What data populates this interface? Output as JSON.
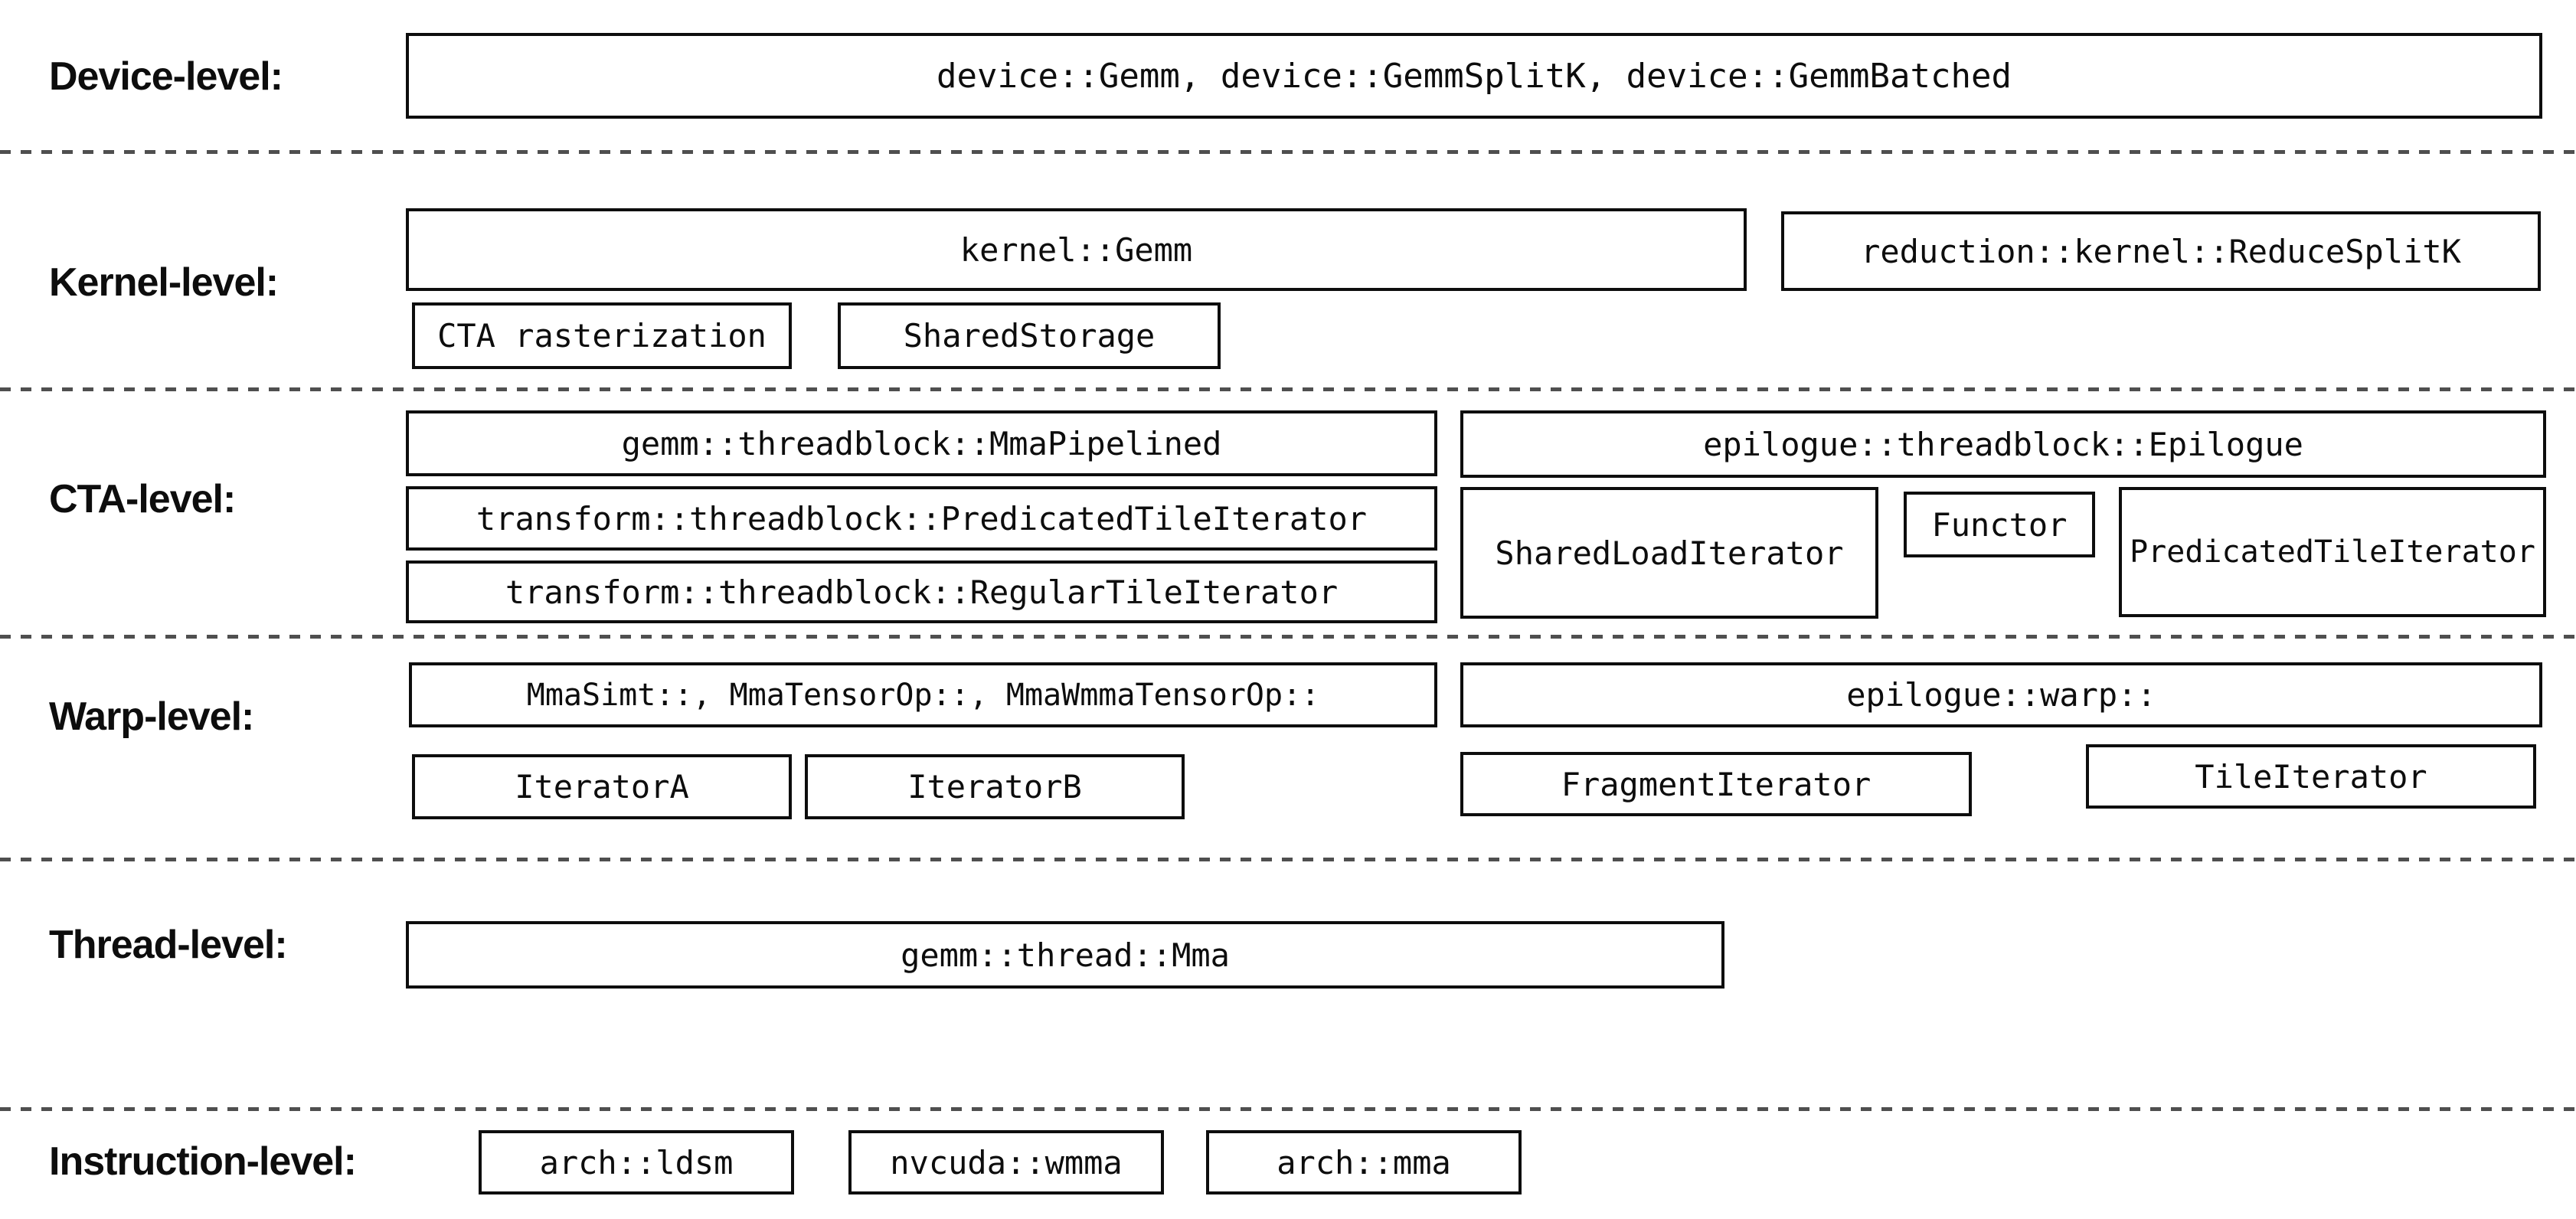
{
  "diagram": {
    "title_semantics": "CUTLASS GEMM component hierarchy levels",
    "colors": {
      "background": "#ffffff",
      "box_border": "#0d0d0d",
      "text": "#0d0d0d",
      "separator": "#4f4f4f"
    },
    "rows": [
      {
        "label": "Device-level:",
        "boxes": [
          {
            "text": "device::Gemm, device::GemmSplitK, device::GemmBatched"
          }
        ]
      },
      {
        "label": "Kernel-level:",
        "boxes": [
          {
            "text": "kernel::Gemm"
          },
          {
            "text": "reduction::kernel::ReduceSplitK"
          },
          {
            "text": "CTA rasterization"
          },
          {
            "text": "SharedStorage"
          }
        ]
      },
      {
        "label": "CTA-level:",
        "boxes": [
          {
            "text": "gemm::threadblock::MmaPipelined"
          },
          {
            "text": "transform::threadblock::PredicatedTileIterator"
          },
          {
            "text": "transform::threadblock::RegularTileIterator"
          },
          {
            "text": "epilogue::threadblock::Epilogue"
          },
          {
            "text": "SharedLoadIterator"
          },
          {
            "text": "Functor"
          },
          {
            "text": "PredicatedTileIterator"
          }
        ]
      },
      {
        "label": "Warp-level:",
        "boxes": [
          {
            "text": "MmaSimt::, MmaTensorOp::, MmaWmmaTensorOp::"
          },
          {
            "text": "epilogue::warp::"
          },
          {
            "text": "IteratorA"
          },
          {
            "text": "IteratorB"
          },
          {
            "text": "FragmentIterator"
          },
          {
            "text": "TileIterator"
          }
        ]
      },
      {
        "label": "Thread-level:",
        "boxes": [
          {
            "text": "gemm::thread::Mma"
          }
        ]
      },
      {
        "label": "Instruction-level:",
        "boxes": [
          {
            "text": "arch::ldsm"
          },
          {
            "text": "nvcuda::wmma"
          },
          {
            "text": "arch::mma"
          }
        ]
      }
    ]
  }
}
